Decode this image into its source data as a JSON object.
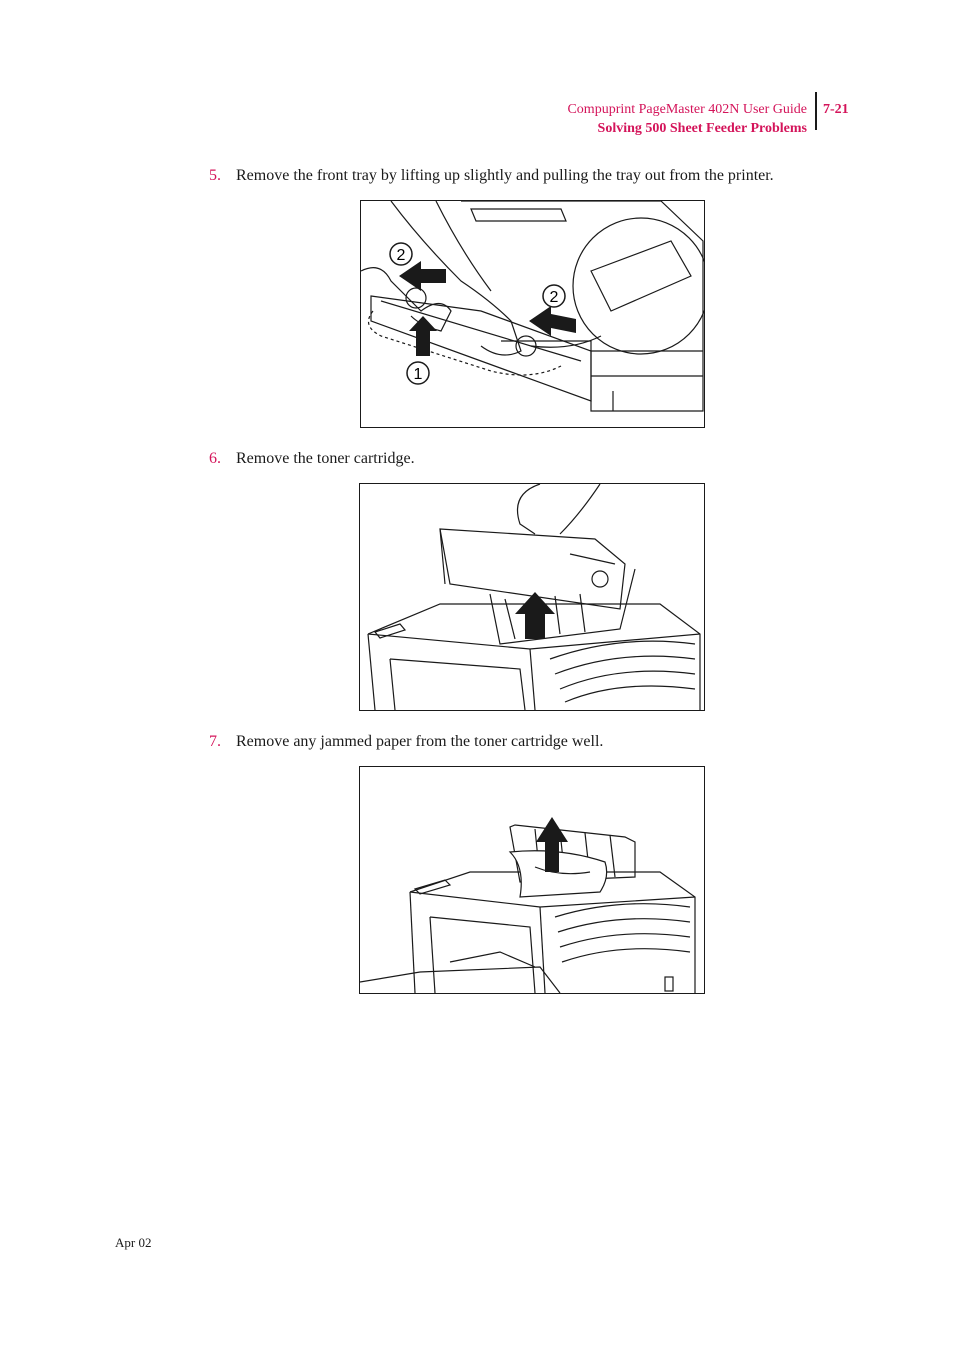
{
  "header": {
    "guide_title": "Compuprint PageMaster 402N User Guide",
    "section_title": "Solving 500 Sheet Feeder Problems",
    "page_number": "7-21"
  },
  "steps": [
    {
      "number": "5.",
      "text": "Remove the front tray by lifting up slightly and pulling the tray out from the printer."
    },
    {
      "number": "6.",
      "text": "Remove the toner cartridge."
    },
    {
      "number": "7.",
      "text": "Remove any jammed paper from the toner cartridge well."
    }
  ],
  "figures": {
    "fig1": {
      "callout_1": "1",
      "callout_2a": "2",
      "callout_2b": "2"
    }
  },
  "footer": {
    "date": "Apr 02"
  }
}
